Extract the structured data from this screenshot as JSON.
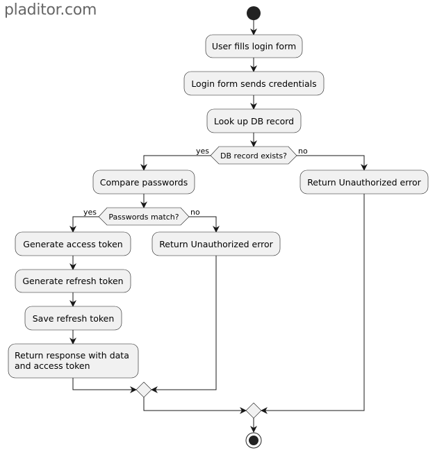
{
  "watermark": "pladitor.com",
  "actions": {
    "fill_form": "User fills login form",
    "send_credentials": "Login form sends credentials",
    "lookup_db": "Look up DB record",
    "compare_passwords": "Compare passwords",
    "unauthorized_1": "Return Unauthorized error",
    "unauthorized_2": "Return Unauthorized error",
    "gen_access": "Generate access token",
    "gen_refresh": "Generate refresh token",
    "save_refresh": "Save refresh token",
    "return_response_line1": "Return response with data",
    "return_response_line2": "and access token"
  },
  "decisions": {
    "db_exists": "DB record exists?",
    "pw_match": "Passwords match?"
  },
  "branches": {
    "db_yes": "yes",
    "db_no": "no",
    "pw_yes": "yes",
    "pw_no": "no"
  }
}
